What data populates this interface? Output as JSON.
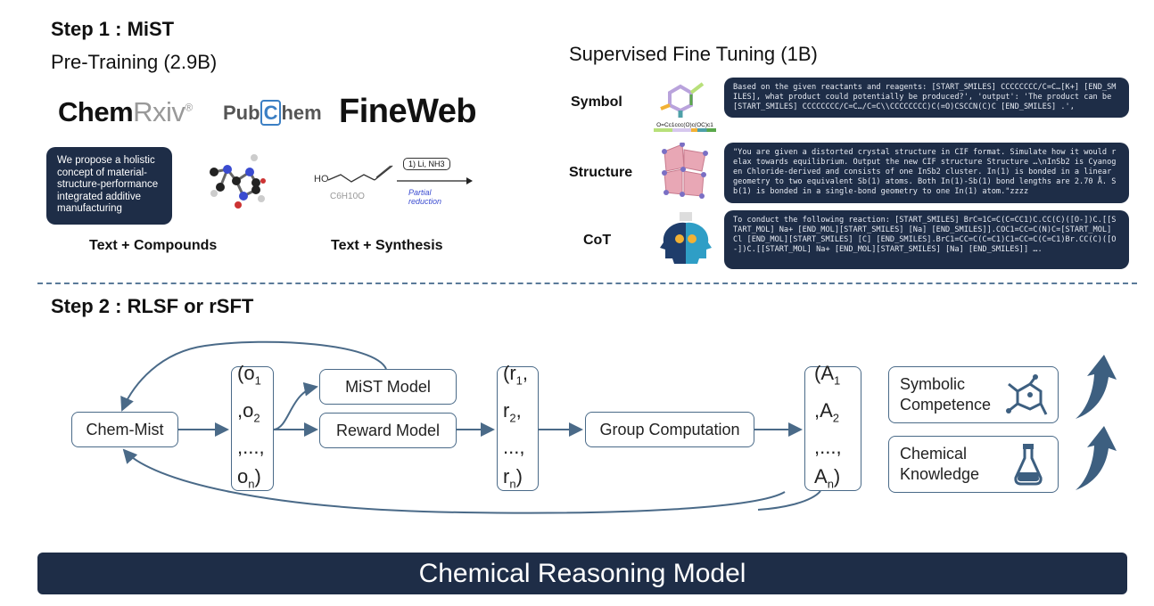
{
  "step1": {
    "title": "Step 1 : MiST",
    "pretraining": "Pre-Training (2.9B)",
    "sft": "Supervised Fine Tuning (1B)"
  },
  "logos": {
    "chemrxiv_a": "Chem",
    "chemrxiv_b": "Rxiv",
    "chemrxiv_reg": "®",
    "pubchem_a": "Pub",
    "pubchem_c": "C",
    "pubchem_b": "hem",
    "fineweb": "FineWeb"
  },
  "pretrain_examples": {
    "text_box": "We propose a holistic concept of material-structure-performance integrated additive manufacturing",
    "compounds_label": "Text + Compounds",
    "synthesis_label": "Text + Synthesis",
    "synthesis_formula": "C6H10O",
    "synthesis_reagent": "1) Li, NH3",
    "synthesis_note": "Partial reduction",
    "synthesis_ho": "HO"
  },
  "sft_rows": [
    {
      "label": "Symbol",
      "icon": "smiles-molecule-icon",
      "smiles": "O=Cc1ccc(O)c(OC)c1",
      "text": "Based on the given reactants and reagents: [START_SMILES] CCCCCCCC/C=C…[K+] [END_SMILES], what product could potentially be produced?', 'output': 'The product can be [START_SMILES] CCCCCCCC/C=C…/C=C\\\\CCCCCCCC)C(=O)CSCCN(C)C [END_SMILES] .',"
    },
    {
      "label": "Structure",
      "icon": "crystal-structure-icon",
      "text": "\"You are given a distorted crystal structure in CIF format. Simulate how it would relax towards equilibrium. Output the new CIF structure Structure …\\nInSb2 is Cyanogen Chloride-derived and consists of one InSb2 cluster. In(1) is bonded in a linear geometry to two equivalent Sb(1) atoms. Both In(1)-Sb(1) bond lengths are 2.70 Å. Sb(1) is bonded in a single-bond geometry to one In(1) atom.\"zzzz"
    },
    {
      "label": "CoT",
      "icon": "reasoning-heads-icon",
      "text": "To conduct the following reaction: [START_SMILES] BrC=1C=C(C=CC1)C.CC(C)([O-])C.[[START_MOL] Na+ [END_MOL][START_SMILES] [Na] [END_SMILES]].COC1=CC=C(N)C=[START_MOL] Cl [END_MOL][START_SMILES] [C] [END_SMILES].BrC1=CC=C(C=C1)C1=CC=C(C=C1)Br.CC(C)([O-])C.[[START_MOL] Na+ [END_MOL][START_SMILES] [Na] [END_SMILES]] …."
    }
  ],
  "step2": {
    "title": "Step 2 : RLSF or rSFT"
  },
  "flow": {
    "chem_mist": "Chem-Mist",
    "outputs": [
      "(o",
      "1",
      ",o",
      "2",
      ",...,",
      "o",
      "n",
      ")"
    ],
    "mist_model": "MiST Model",
    "reward_model": "Reward Model",
    "rewards": [
      "(r",
      "1",
      ",",
      "r",
      "2",
      ",",
      "...,",
      "r",
      "n",
      ")"
    ],
    "group_computation": "Group Computation",
    "advantages": [
      "(A",
      "1",
      ",A",
      "2",
      ",...,",
      "A",
      "n",
      ")"
    ],
    "symbolic": "Symbolic Competence",
    "chemical": "Chemical Knowledge"
  },
  "footer": {
    "title": "Chemical Reasoning Model"
  },
  "colors": {
    "navy": "#1e2d47",
    "arrow": "#4a6a88",
    "flow_arrow": "#3d5f80"
  }
}
